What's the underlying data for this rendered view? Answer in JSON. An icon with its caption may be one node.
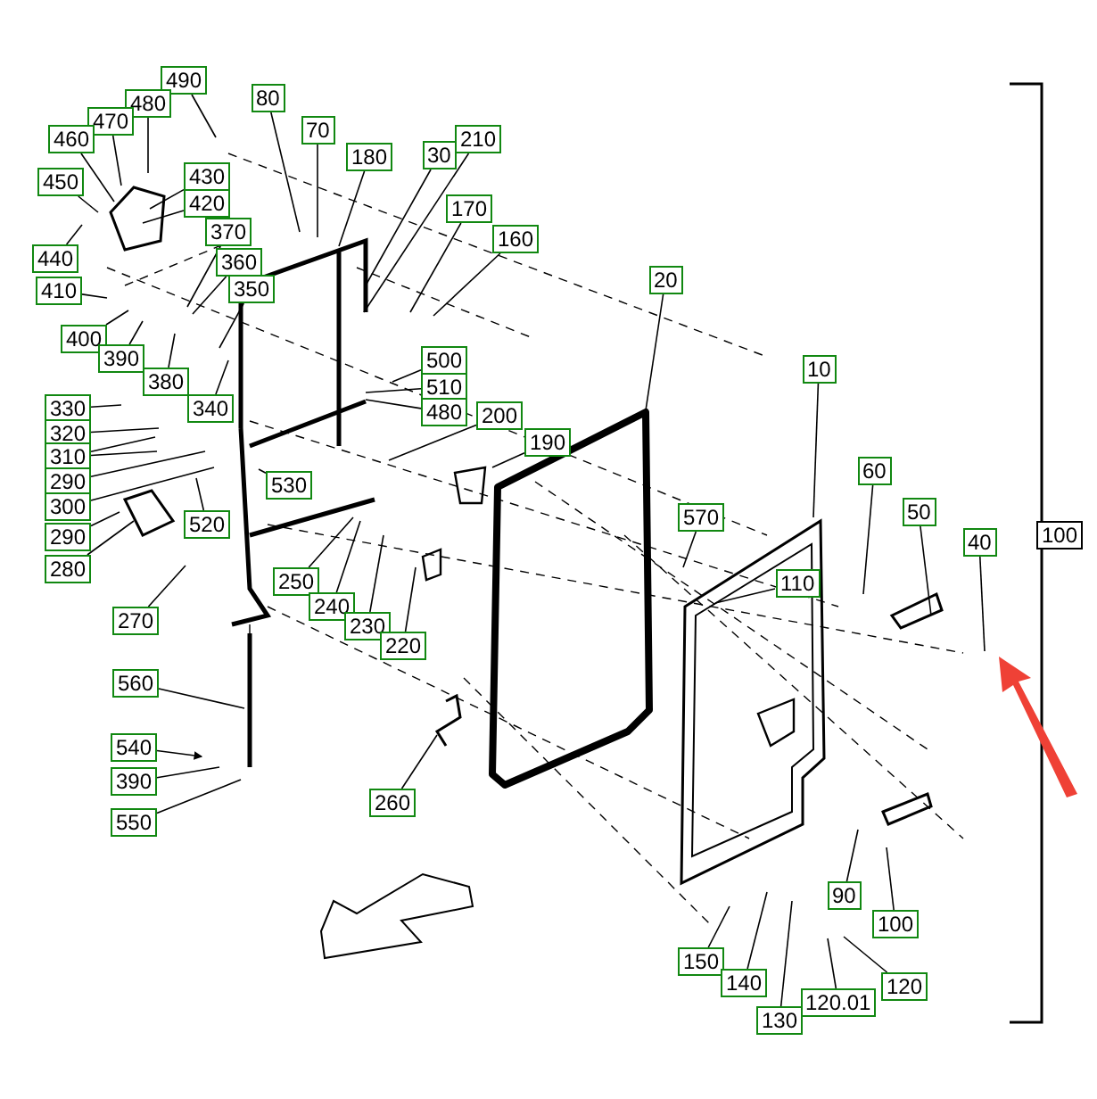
{
  "diagram": {
    "nodes": [
      {
        "text": [
          "490"
        ]
      },
      {
        "text": [
          "480"
        ]
      },
      {
        "text": [
          "470"
        ]
      },
      {
        "text": [
          "460"
        ]
      },
      {
        "text": [
          "450"
        ]
      },
      {
        "text": [
          "430"
        ]
      },
      {
        "text": [
          "420"
        ]
      },
      {
        "text": [
          "440"
        ]
      },
      {
        "text": [
          "410"
        ]
      },
      {
        "text": [
          "400"
        ]
      },
      {
        "text": [
          "390"
        ]
      },
      {
        "text": [
          "380"
        ]
      },
      {
        "text": [
          "370"
        ]
      },
      {
        "text": [
          "360"
        ]
      },
      {
        "text": [
          "350"
        ]
      },
      {
        "text": [
          "340"
        ]
      },
      {
        "text": [
          "330"
        ]
      },
      {
        "text": [
          "320"
        ]
      },
      {
        "text": [
          "310"
        ]
      },
      {
        "text": [
          "290"
        ]
      },
      {
        "text": [
          "300"
        ]
      },
      {
        "text": [
          "290"
        ]
      },
      {
        "text": [
          "280"
        ]
      },
      {
        "text": [
          "270"
        ]
      },
      {
        "text": [
          "520"
        ]
      },
      {
        "text": [
          "530"
        ]
      },
      {
        "text": [
          "80"
        ]
      },
      {
        "text": [
          "70"
        ]
      },
      {
        "text": [
          "180"
        ]
      },
      {
        "text": [
          "30"
        ]
      },
      {
        "text": [
          "210"
        ]
      },
      {
        "text": [
          "170"
        ]
      },
      {
        "text": [
          "160"
        ]
      },
      {
        "text": [
          "500"
        ]
      },
      {
        "text": [
          "510"
        ]
      },
      {
        "text": [
          "480"
        ]
      },
      {
        "text": [
          "200"
        ]
      },
      {
        "text": [
          "190"
        ]
      },
      {
        "text": [
          "20"
        ]
      },
      {
        "text": [
          "10"
        ]
      },
      {
        "text": [
          "250"
        ]
      },
      {
        "text": [
          "240"
        ]
      },
      {
        "text": [
          "230"
        ]
      },
      {
        "text": [
          "220"
        ]
      },
      {
        "text": [
          "560"
        ]
      },
      {
        "text": [
          "540"
        ]
      },
      {
        "text": [
          "390"
        ]
      },
      {
        "text": [
          "550"
        ]
      },
      {
        "text": [
          "260"
        ]
      },
      {
        "text": [
          "570"
        ]
      },
      {
        "text": [
          "110"
        ]
      },
      {
        "text": [
          "60"
        ]
      },
      {
        "text": [
          "50"
        ]
      },
      {
        "text": [
          "40"
        ]
      },
      {
        "text": [
          "100"
        ]
      },
      {
        "text": [
          "90"
        ]
      },
      {
        "text": [
          "100"
        ]
      },
      {
        "text": [
          "150"
        ]
      },
      {
        "text": [
          "140"
        ]
      },
      {
        "text": [
          "130"
        ]
      },
      {
        "text": [
          "120.01"
        ]
      },
      {
        "text": [
          "120"
        ]
      }
    ],
    "edges": [
      {
        "from": 0,
        "to": null,
        "arrow": "none"
      },
      {
        "from": 1,
        "to": null,
        "arrow": "none"
      },
      {
        "from": 2,
        "to": null,
        "arrow": "none"
      },
      {
        "from": 3,
        "to": null,
        "arrow": "none"
      },
      {
        "from": 4,
        "to": null,
        "arrow": "none"
      },
      {
        "from": 5,
        "to": null,
        "arrow": "none"
      },
      {
        "from": 6,
        "to": null,
        "arrow": "none"
      },
      {
        "from": 7,
        "to": null,
        "arrow": "none"
      },
      {
        "from": 8,
        "to": null,
        "arrow": "none"
      },
      {
        "from": 9,
        "to": null,
        "arrow": "none"
      },
      {
        "from": 10,
        "to": null,
        "arrow": "none"
      },
      {
        "from": 11,
        "to": null,
        "arrow": "none"
      },
      {
        "from": 12,
        "to": null,
        "arrow": "none"
      },
      {
        "from": 13,
        "to": null,
        "arrow": "none"
      },
      {
        "from": 14,
        "to": null,
        "arrow": "none"
      },
      {
        "from": 15,
        "to": null,
        "arrow": "none"
      },
      {
        "from": 16,
        "to": null,
        "arrow": "none"
      },
      {
        "from": 17,
        "to": null,
        "arrow": "none"
      },
      {
        "from": 18,
        "to": null,
        "arrow": "none"
      },
      {
        "from": 18,
        "to": null,
        "arrow": "none"
      },
      {
        "from": 19,
        "to": null,
        "arrow": "none"
      },
      {
        "from": 20,
        "to": null,
        "arrow": "none"
      },
      {
        "from": 21,
        "to": null,
        "arrow": "none"
      },
      {
        "from": 22,
        "to": null,
        "arrow": "none"
      },
      {
        "from": 23,
        "to": null,
        "arrow": "none"
      },
      {
        "from": 24,
        "to": null,
        "arrow": "none"
      },
      {
        "from": 25,
        "to": null,
        "arrow": "none"
      },
      {
        "from": 26,
        "to": null,
        "arrow": "none"
      },
      {
        "from": 27,
        "to": null,
        "arrow": "none"
      },
      {
        "from": 28,
        "to": null,
        "arrow": "none"
      },
      {
        "from": 29,
        "to": null,
        "arrow": "none"
      },
      {
        "from": 30,
        "to": null,
        "arrow": "none"
      },
      {
        "from": 31,
        "to": null,
        "arrow": "none"
      },
      {
        "from": 32,
        "to": null,
        "arrow": "none"
      },
      {
        "from": 33,
        "to": null,
        "arrow": "none"
      },
      {
        "from": 34,
        "to": null,
        "arrow": "none"
      },
      {
        "from": 35,
        "to": null,
        "arrow": "none"
      },
      {
        "from": 36,
        "to": null,
        "arrow": "none"
      },
      {
        "from": 37,
        "to": null,
        "arrow": "none"
      },
      {
        "from": 38,
        "to": null,
        "arrow": "none"
      },
      {
        "from": 39,
        "to": null,
        "arrow": "none"
      },
      {
        "from": 40,
        "to": null,
        "arrow": "none"
      },
      {
        "from": 41,
        "to": null,
        "arrow": "none"
      },
      {
        "from": 42,
        "to": null,
        "arrow": "none"
      },
      {
        "from": 43,
        "to": null,
        "arrow": "none"
      },
      {
        "from": 44,
        "to": null,
        "arrow": "none"
      },
      {
        "from": 45,
        "to": null,
        "arrow": "to"
      },
      {
        "from": 46,
        "to": null,
        "arrow": "none"
      },
      {
        "from": 47,
        "to": null,
        "arrow": "none"
      },
      {
        "from": 48,
        "to": null,
        "arrow": "none"
      },
      {
        "from": 49,
        "to": null,
        "arrow": "none"
      },
      {
        "from": 50,
        "to": null,
        "arrow": "none"
      },
      {
        "from": 51,
        "to": null,
        "arrow": "none"
      },
      {
        "from": 52,
        "to": null,
        "arrow": "none"
      },
      {
        "from": 53,
        "to": null,
        "arrow": "none"
      },
      {
        "from": 55,
        "to": null,
        "arrow": "none"
      },
      {
        "from": 56,
        "to": null,
        "arrow": "none"
      },
      {
        "from": 57,
        "to": null,
        "arrow": "none"
      },
      {
        "from": 58,
        "to": null,
        "arrow": "none"
      },
      {
        "from": 59,
        "to": null,
        "arrow": "none"
      },
      {
        "from": 60,
        "to": null,
        "arrow": "none"
      },
      {
        "from": 61,
        "to": null,
        "arrow": "none"
      }
    ]
  }
}
